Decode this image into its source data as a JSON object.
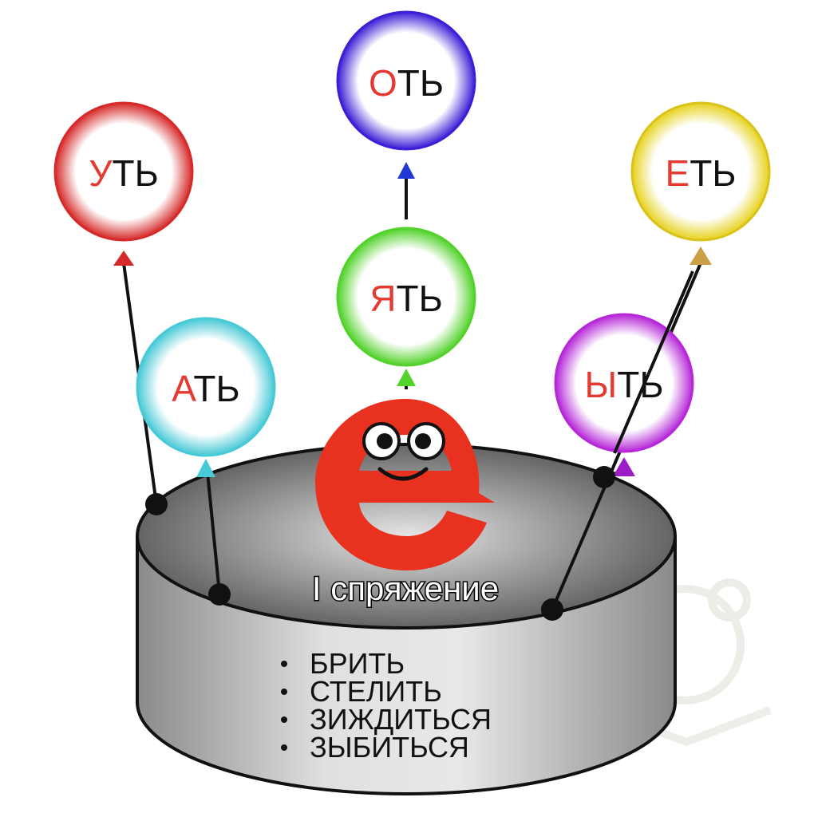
{
  "balloons": [
    {
      "id": "ot",
      "accent_letter": "О",
      "rest": "ТЬ",
      "ring_color": "#3a1fd6",
      "accent_color": "#e53a32"
    },
    {
      "id": "ut",
      "accent_letter": "У",
      "rest": "ТЬ",
      "ring_color": "#d62a2a",
      "accent_color": "#e53a32"
    },
    {
      "id": "et",
      "accent_letter": "Е",
      "rest": "ТЬ",
      "ring_color": "#e6d21c",
      "accent_color": "#e53a32"
    },
    {
      "id": "yat",
      "accent_letter": "Я",
      "rest": "ТЬ",
      "ring_color": "#52d22a",
      "accent_color": "#e53a32"
    },
    {
      "id": "at",
      "accent_letter": "А",
      "rest": "ТЬ",
      "ring_color": "#48c9d6",
      "accent_color": "#e53a32"
    },
    {
      "id": "yt",
      "accent_letter": "Ы",
      "rest": "ТЬ",
      "ring_color": "#b628d8",
      "accent_color": "#e53a32"
    }
  ],
  "mascot": {
    "letter": "е",
    "color": "#e8321f"
  },
  "basket": {
    "title": "I спряжение",
    "exceptions": [
      "БРИТЬ",
      "СТЕЛИТЬ",
      "ЗИЖДИТЬСЯ",
      "ЗЫБИТЬСЯ"
    ]
  }
}
